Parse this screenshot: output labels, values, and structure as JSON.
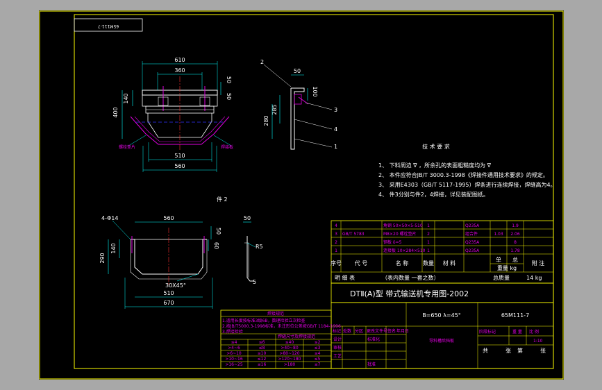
{
  "sheet": {
    "drawing_no_stamp": "65M111-7",
    "colors": {
      "background": "#000000",
      "frame": "#ffff00",
      "outline": "#ffffff",
      "dim": "#00ffff",
      "hidden": "#3030ff",
      "text_magenta": "#e000e0",
      "center": "#ff3030"
    }
  },
  "front_view": {
    "dims": {
      "w610": "610",
      "w360": "360",
      "h50": "50",
      "h140": "140",
      "h400": "400",
      "w510": "510",
      "w560": "560"
    },
    "leaders": {
      "bolt": "螺栓垫片",
      "plate": "焊接板"
    }
  },
  "side_view": {
    "dims": {
      "w50": "50",
      "h100": "100",
      "h285": "285",
      "h280": "280"
    },
    "balloons": [
      "2",
      "3",
      "4",
      "1"
    ]
  },
  "part2": {
    "title": "件 2",
    "dims": {
      "holes": "4-Φ14",
      "w560": "560",
      "h50": "50",
      "h140": "140",
      "h290": "290",
      "h60": "60",
      "chamfer": "30X45°",
      "w510": "510",
      "w670": "670"
    },
    "section": {
      "w50": "50",
      "r5": "R5",
      "t5": "5"
    }
  },
  "tech_req": {
    "title": "技 术 要 求",
    "items": [
      "1、 下料周边 ∇ ，所余孔的表面粗糙度均为 ∇",
      "2、 本件应符合JB/T 3000.3-1998《焊接件通用技术要求》的规定。",
      "3、 采用E4303（GB/T 5117-1995）焊条进行连续焊接，焊缝高为4。",
      "4、 件3分别与件2，4焊接，详见装配图纸。"
    ]
  },
  "bom": {
    "rows": [
      {
        "no": "4",
        "code": "",
        "name": "角钢 50×50×5-510",
        "qty": "1",
        "material": "Q235A",
        "unit": "",
        "total": "1.9"
      },
      {
        "no": "3",
        "code": "GB/T 5783",
        "name": "M8×20 螺栓垫片",
        "qty": "2",
        "material": "组合件",
        "unit": "1.03",
        "total": "2.06"
      },
      {
        "no": "2",
        "code": "",
        "name": "钢板 δ=5",
        "qty": "1",
        "material": "Q235A",
        "unit": "",
        "total": "8"
      },
      {
        "no": "1",
        "code": "",
        "name": "连接板 10×284×510",
        "qty": "1",
        "material": "Q235A",
        "unit": "",
        "total": "1.78"
      }
    ],
    "header": {
      "no": "序号",
      "code": "代 号",
      "name": "名 称",
      "qty": "数量",
      "material": "材 料",
      "weight_single": "单",
      "weight_total": "总",
      "weight_unit": "重量 kg",
      "note": "附 注"
    },
    "summary": {
      "left": "明 细 表",
      "middle": "（表内数量 一套之数）",
      "weight_label": "总质量",
      "weight_value": "14 kg"
    }
  },
  "title_block": {
    "series": "DTⅡ(A)型 带式输送机专用图-2002",
    "spec": "B=650 λ=45°",
    "drawing_no": "65M111-7",
    "part_name": "导料槽后挡板",
    "stage_label": "阶段标记",
    "weight_label": "重 量",
    "scale_label": "比 例",
    "scale_value": "1:10",
    "sheet_labels": [
      "共",
      "张",
      "第",
      "张"
    ],
    "sign_rows": [
      "标记",
      "处数",
      "分区",
      "更改文件号",
      "签名",
      "年月日"
    ],
    "roles": [
      "设计",
      "审核",
      "工艺",
      "批准"
    ],
    "std_label": "标准化"
  },
  "welding_table": {
    "title": "焊接规范",
    "notes": [
      "1.适用长度按标准3级6B，数理检验立次检查",
      "2.按JB/T5000.3-1998标准，未注形位公差按GB/T 1184-1996",
      "3.焊接检验"
    ],
    "sub_header": "焊缝尺寸及焊接规范",
    "rows": [
      [
        "≤4",
        "≤6",
        "≤40",
        "≤2"
      ],
      [
        ">4~6",
        "≤8",
        ">40~80",
        "≤3"
      ],
      [
        ">6~10",
        "≤10",
        ">80~120",
        "≤4"
      ],
      [
        ">10~16",
        "≤12",
        ">120~180",
        "≤5"
      ],
      [
        ">16~25",
        "≤16",
        ">180",
        "≤7"
      ]
    ]
  }
}
